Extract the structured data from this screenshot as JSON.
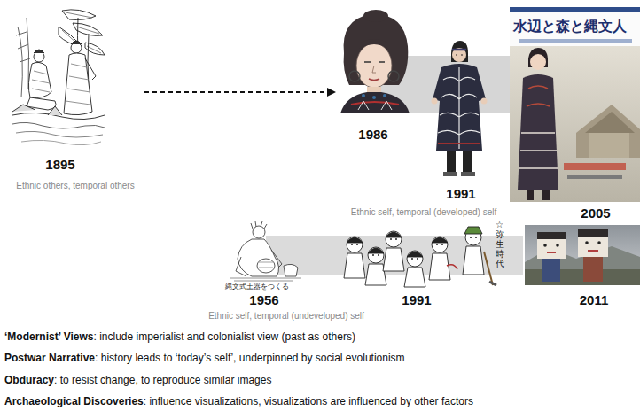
{
  "diagram": {
    "nodes": [
      {
        "text": [
          "1895",
          "Ethnic others, temporal others"
        ]
      },
      {
        "text": [
          "1986"
        ]
      },
      {
        "text": [
          "1991"
        ]
      },
      {
        "text": [
          "水辺と森と縄文人",
          "2005"
        ]
      },
      {
        "text": [
          "縄文式土器をつくる",
          "1956"
        ]
      },
      {
        "text": [
          "☆弥生時代",
          "1991"
        ]
      },
      {
        "text": [
          "2011"
        ]
      }
    ],
    "edges": [
      {
        "from": 0,
        "to": 1,
        "arrow": "to"
      }
    ],
    "labels": [
      "Ethnic self, temporal (developed) self",
      "Ethnic self, temporal (undeveloped) self",
      "‘Modernist’ Views",
      ": include imperialist and colonialist view (past as others)",
      "Postwar Narrative",
      ": history leads to ‘today’s self’, underpinned by social evolutionism",
      "Obduracy",
      ": to resist change, to reproduce similar images",
      "Archaeological Discoveries",
      ": influence visualizations, visualizations are influenced by other factors"
    ]
  }
}
